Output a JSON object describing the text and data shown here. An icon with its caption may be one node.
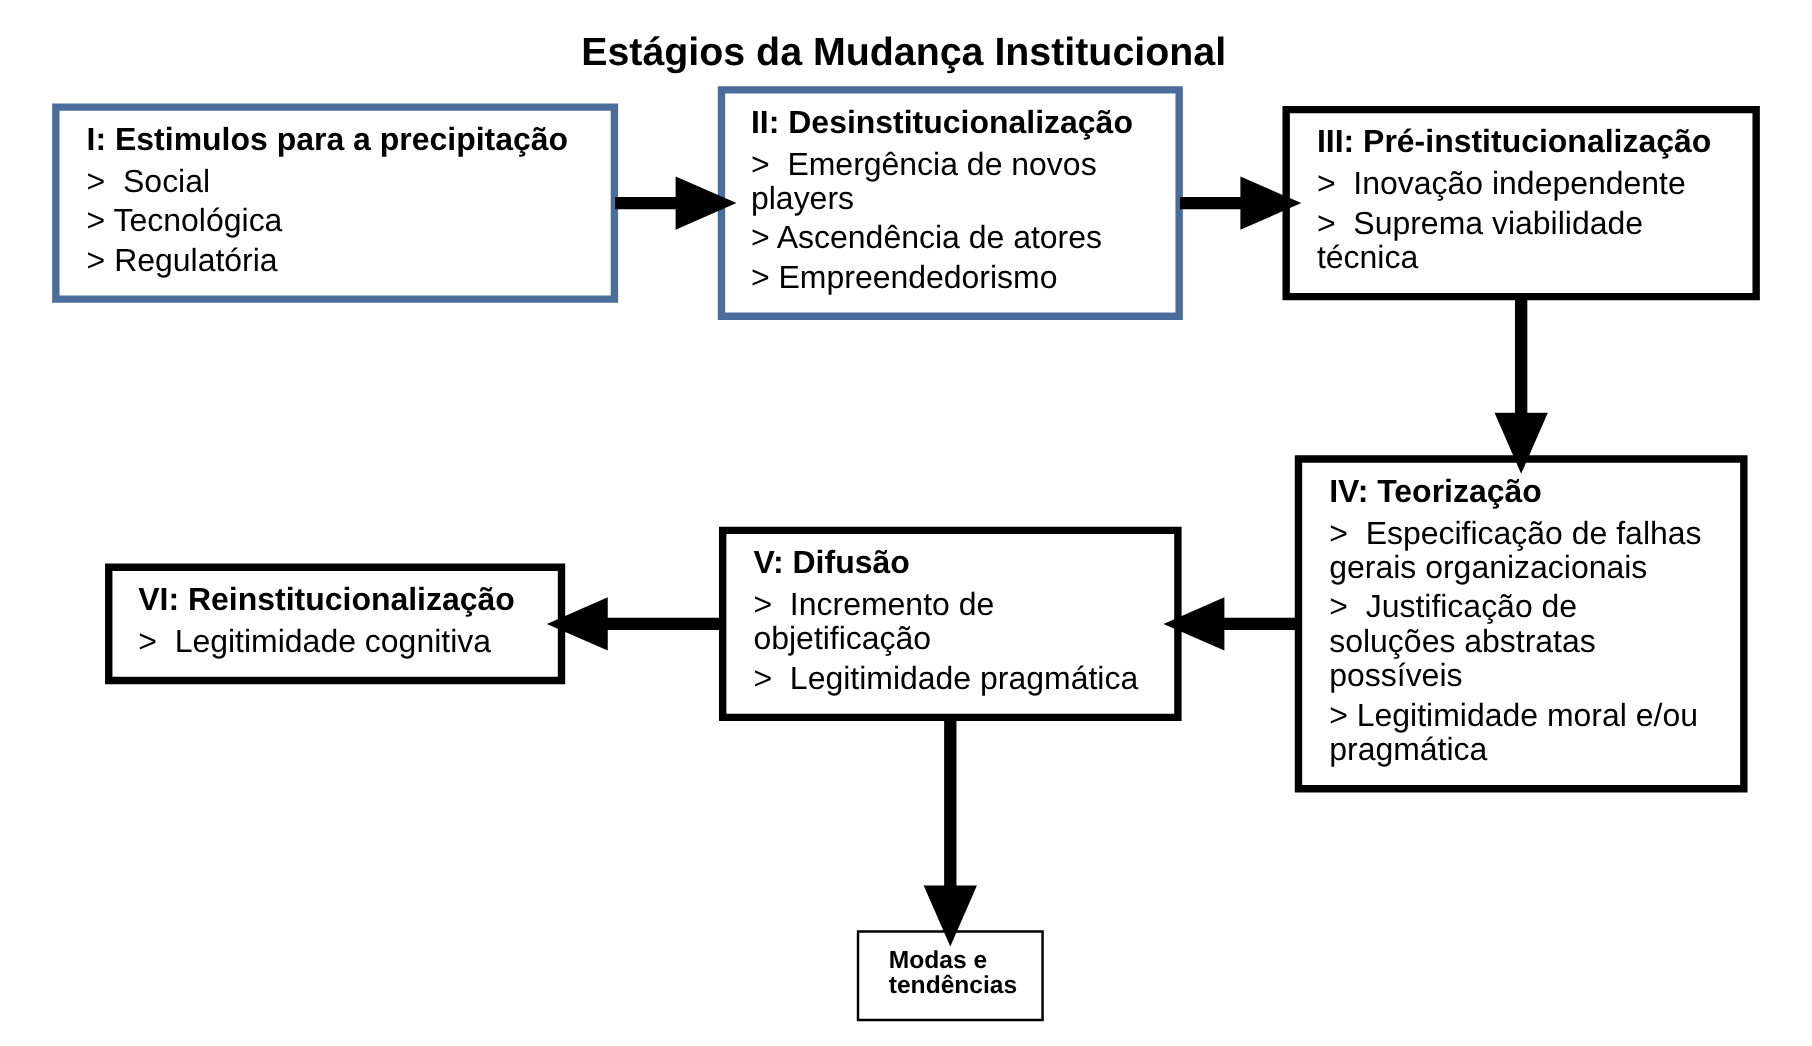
{
  "diagram": {
    "title": "Estágios da Mudança Institucional",
    "nodes": [
      {
        "text": [
          "I: Estimulos para a precipitação",
          ">  Social",
          "> Tecnológica",
          "> Regulatória"
        ]
      },
      {
        "text": [
          "II: Desinstitucionalização",
          ">  Emergência de novos players",
          "> Ascendência de atores",
          "> Empreendedorismo"
        ]
      },
      {
        "text": [
          "III: Pré-institucionalização",
          ">  Inovação independente",
          ">  Suprema viabilidade técnica"
        ]
      },
      {
        "text": [
          "IV: Teorização",
          ">  Especificação de falhas gerais organizacionais",
          ">  Justificação de soluções abstratas possíveis",
          "> Legitimidade moral e/ou pragmática"
        ]
      },
      {
        "text": [
          "V: Difusão",
          ">  Incremento de objetificação",
          ">  Legitimidade pragmática"
        ]
      },
      {
        "text": [
          "VI: Reinstitucionalização",
          ">  Legitimidade cognitiva"
        ]
      },
      {
        "text": [
          "Modas e tendências"
        ]
      }
    ],
    "edges": [
      {
        "from": 0,
        "to": 1,
        "arrow": "to"
      },
      {
        "from": 1,
        "to": 2,
        "arrow": "to"
      },
      {
        "from": 2,
        "to": 3,
        "arrow": "to"
      },
      {
        "from": 3,
        "to": 4,
        "arrow": "to"
      },
      {
        "from": 4,
        "to": 5,
        "arrow": "to"
      },
      {
        "from": 4,
        "to": 6,
        "arrow": "to"
      }
    ]
  }
}
